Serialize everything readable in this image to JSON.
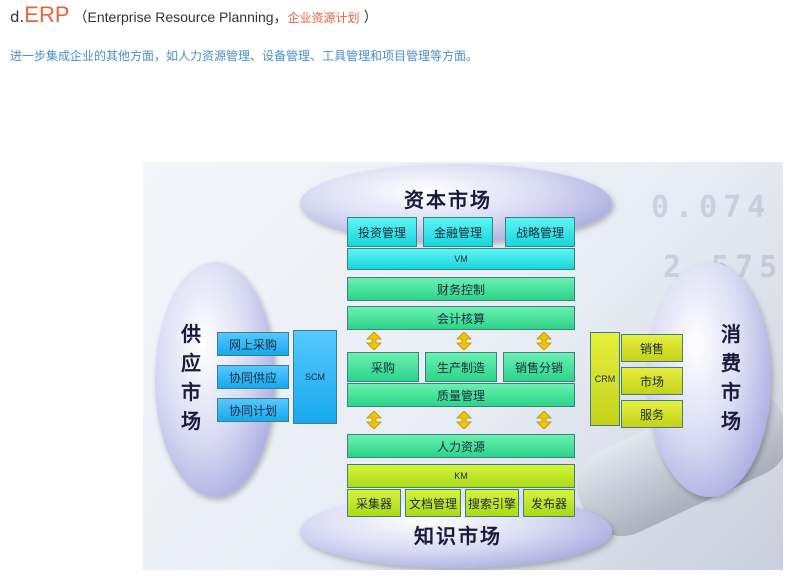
{
  "heading": {
    "prefix": "d.",
    "acronym": "ERP",
    "paren_text": "（Enterprise Resource Planning，",
    "chinese_name": "企业资源计划",
    "close_paren": "）"
  },
  "description": "进一步集成企业的其他方面，如人力资源管理、设备管理、工具管理和项目管理等方面。",
  "diagram": {
    "deco_numbers": [
      "0.074",
      "2.575"
    ],
    "capital_market": {
      "title": "资本市场",
      "items": [
        "投资管理",
        "金融管理",
        "战略管理"
      ],
      "band": "VM"
    },
    "finance_control": "财务控制",
    "accounting": "会计核算",
    "operations": {
      "items": [
        "采购",
        "生产制造",
        "销售分销"
      ],
      "quality": "质量管理"
    },
    "human_resources": "人力资源",
    "knowledge_market": {
      "band": "KM",
      "items": [
        "采集器",
        "文档管理",
        "搜索引擎",
        "发布器"
      ],
      "title": "知识市场"
    },
    "supply_market": {
      "title_chars": [
        "供",
        "应",
        "市",
        "场"
      ],
      "items": [
        "网上采购",
        "协同供应",
        "协同计划"
      ],
      "band": "SCM"
    },
    "consumer_market": {
      "title_chars": [
        "消",
        "费",
        "市",
        "场"
      ],
      "band": "CRM",
      "items": [
        "销售",
        "市场",
        "服务"
      ]
    },
    "colors": {
      "cyan": "#16d6dc",
      "green": "#2cd48a",
      "blue": "#17a9ee",
      "yellow": "#c4d21a",
      "lime": "#aadb16",
      "arrow": "#f5c400",
      "accent": "#e8643c",
      "link": "#4a90c8"
    },
    "icons": [
      "double-arrow-icon"
    ]
  }
}
